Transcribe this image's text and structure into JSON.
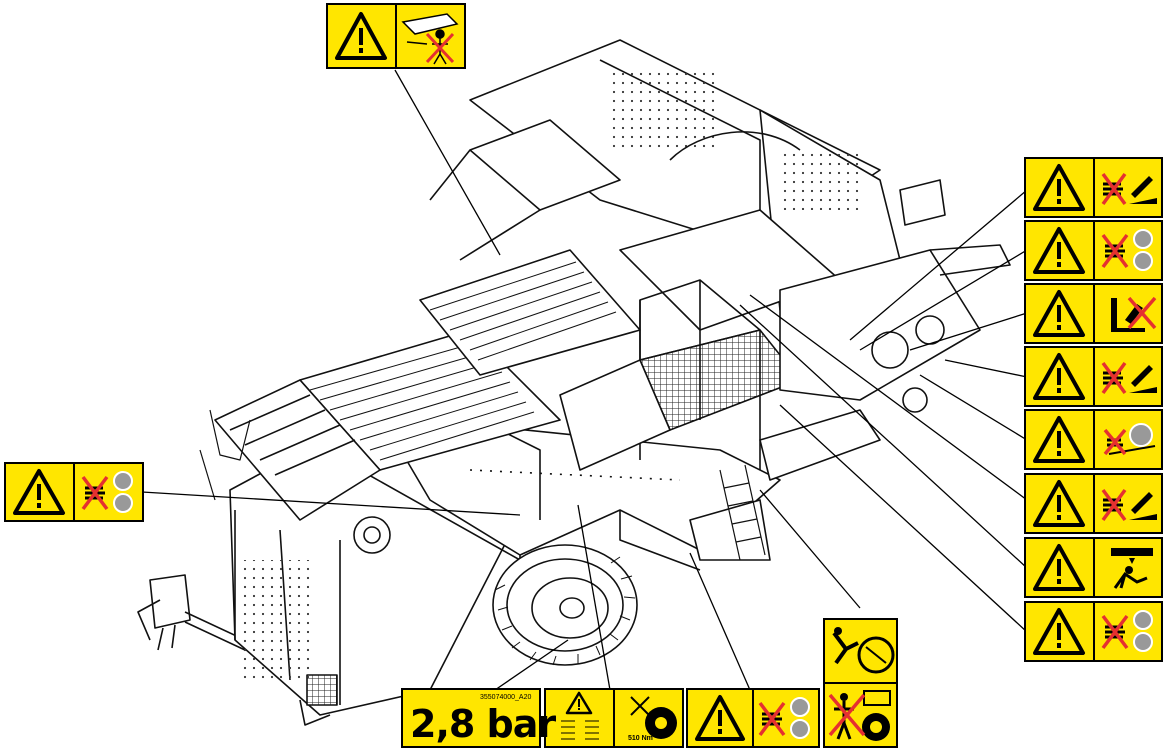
{
  "figure": {
    "type": "machine safety-decal location diagram",
    "colors": {
      "decal_yellow": "#ffe600",
      "outline": "#000000",
      "prohibit_red": "#e53030",
      "background": "#ffffff"
    }
  },
  "decals": {
    "tyre_pressure": {
      "value_text": "2,8 bar",
      "part_number": "355074000_A20"
    },
    "wheel_torque": {
      "torque_text": "510 Nm"
    },
    "left": {
      "icons": [
        "warning-triangle-icon",
        "rotating-rollers-hand-hazard-icon"
      ]
    },
    "top": {
      "icons": [
        "warning-triangle-icon",
        "manual-read-icon"
      ]
    },
    "right": [
      {
        "icons": [
          "warning-triangle-icon",
          "crushing-hand-hazard-icon"
        ]
      },
      {
        "icons": [
          "warning-triangle-icon",
          "rotating-rollers-hand-hazard-icon"
        ]
      },
      {
        "icons": [
          "warning-triangle-icon",
          "no-climbing-icon"
        ]
      },
      {
        "icons": [
          "warning-triangle-icon",
          "crushing-hand-hazard-icon"
        ]
      },
      {
        "icons": [
          "warning-triangle-icon",
          "roller-entanglement-icon"
        ]
      },
      {
        "icons": [
          "warning-triangle-icon",
          "crushing-hand-hazard-icon"
        ]
      },
      {
        "icons": [
          "warning-triangle-icon",
          "falling-load-icon"
        ]
      },
      {
        "icons": [
          "warning-triangle-icon",
          "rotating-rollers-hand-hazard-icon"
        ]
      }
    ],
    "bottom_rollers": {
      "icons": [
        "warning-triangle-icon",
        "rotating-rollers-hand-hazard-icon"
      ]
    },
    "bottom_vertical": {
      "icons": [
        "cutting-disc-icon",
        "pto-entanglement-icon"
      ]
    }
  }
}
